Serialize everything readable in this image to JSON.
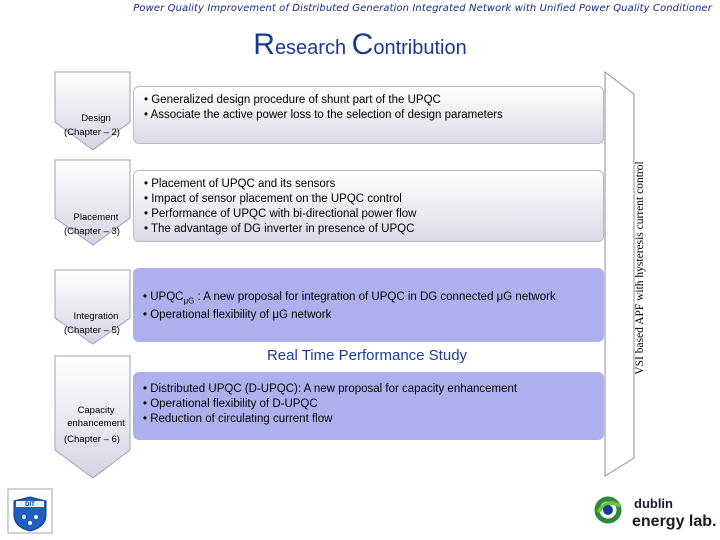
{
  "header": {
    "title": "Power Quality Improvement of Distributed Generation Integrated Network with Unified Power Quality Conditioner"
  },
  "slide": {
    "title_cap1": "R",
    "title_rest1": "esearch ",
    "title_cap2": "C",
    "title_rest2": "ontribution"
  },
  "chevrons": [
    {
      "label": "Design",
      "chapter": "(Chapter – 2)"
    },
    {
      "label": "Placement",
      "chapter": "(Chapter – 3)"
    },
    {
      "label": "Integration",
      "chapter": "(Chapter – 5)"
    },
    {
      "label": "Capacity enhancement",
      "chapter": "(Chapter – 6)"
    }
  ],
  "bands": [
    {
      "items": [
        "Generalized design procedure of shunt part of the UPQC",
        "Associate the active power loss to the selection of design parameters"
      ]
    },
    {
      "items": [
        "Placement of UPQC and its sensors",
        "Impact of sensor placement on the UPQC control",
        "Performance of UPQC with bi-directional power flow",
        "The advantage of DG inverter in presence of UPQC"
      ]
    },
    {
      "items_prefix": "UPQC",
      "items_sub": "μG",
      "items_first_rest": " : A new proposal for integration of UPQC in DG connected μG network",
      "item2": "Operational flexibility of μG network"
    },
    {
      "items": [
        "Distributed UPQC (D-UPQC): A new proposal for capacity enhancement",
        "Operational flexibility of D-UPQC",
        "Reduction of circulating current flow"
      ]
    }
  ],
  "realtime_label": "Real Time Performance Study",
  "vertical_label": "VSI based APF with hysteresis current control",
  "logos": {
    "dit_text": "DIT",
    "dublin": "dublin",
    "energy_lab": "energy lab."
  },
  "colors": {
    "accent_blue": "#1a3a8f",
    "band_blue": "#aeb0ee"
  }
}
